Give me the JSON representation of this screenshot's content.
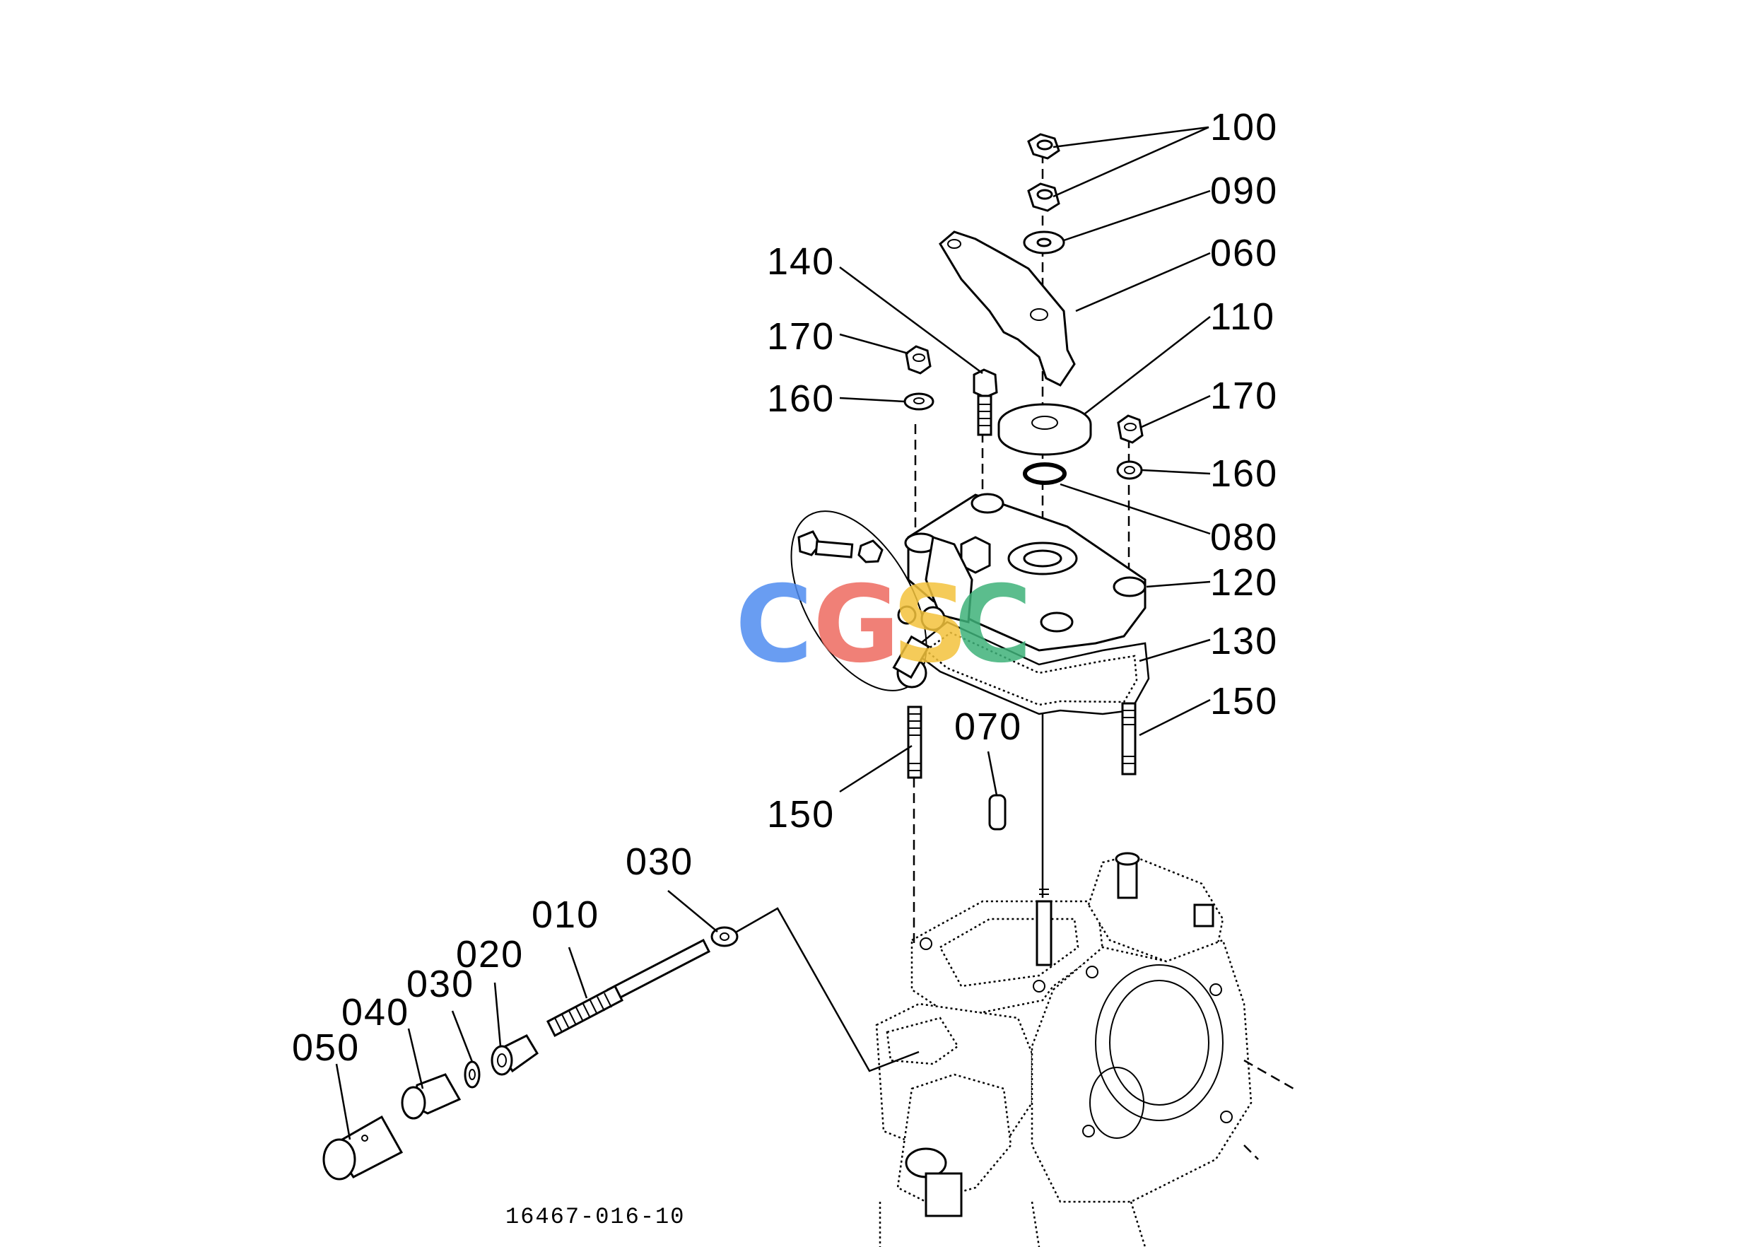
{
  "callouts": [
    {
      "id": "c100",
      "text": "100"
    },
    {
      "id": "c090",
      "text": "090"
    },
    {
      "id": "c060",
      "text": "060"
    },
    {
      "id": "c110",
      "text": "110"
    },
    {
      "id": "c140",
      "text": "140"
    },
    {
      "id": "c170a",
      "text": "170"
    },
    {
      "id": "c160a",
      "text": "160"
    },
    {
      "id": "c170b",
      "text": "170"
    },
    {
      "id": "c160b",
      "text": "160"
    },
    {
      "id": "c080",
      "text": "080"
    },
    {
      "id": "c120",
      "text": "120"
    },
    {
      "id": "c130",
      "text": "130"
    },
    {
      "id": "c150a",
      "text": "150"
    },
    {
      "id": "c070",
      "text": "070"
    },
    {
      "id": "c150b",
      "text": "150"
    },
    {
      "id": "c030a",
      "text": "030"
    },
    {
      "id": "c010",
      "text": "010"
    },
    {
      "id": "c020",
      "text": "020"
    },
    {
      "id": "c030b",
      "text": "030"
    },
    {
      "id": "c040",
      "text": "040"
    },
    {
      "id": "c050",
      "text": "050"
    }
  ],
  "drawing_number": "16467-016-10",
  "watermark": {
    "text": "CGSC",
    "letters": [
      "C",
      "G",
      "S",
      "C"
    ],
    "colors": [
      "#4f8cf0",
      "#ee6a60",
      "#f4c33d",
      "#3fb27a"
    ]
  }
}
